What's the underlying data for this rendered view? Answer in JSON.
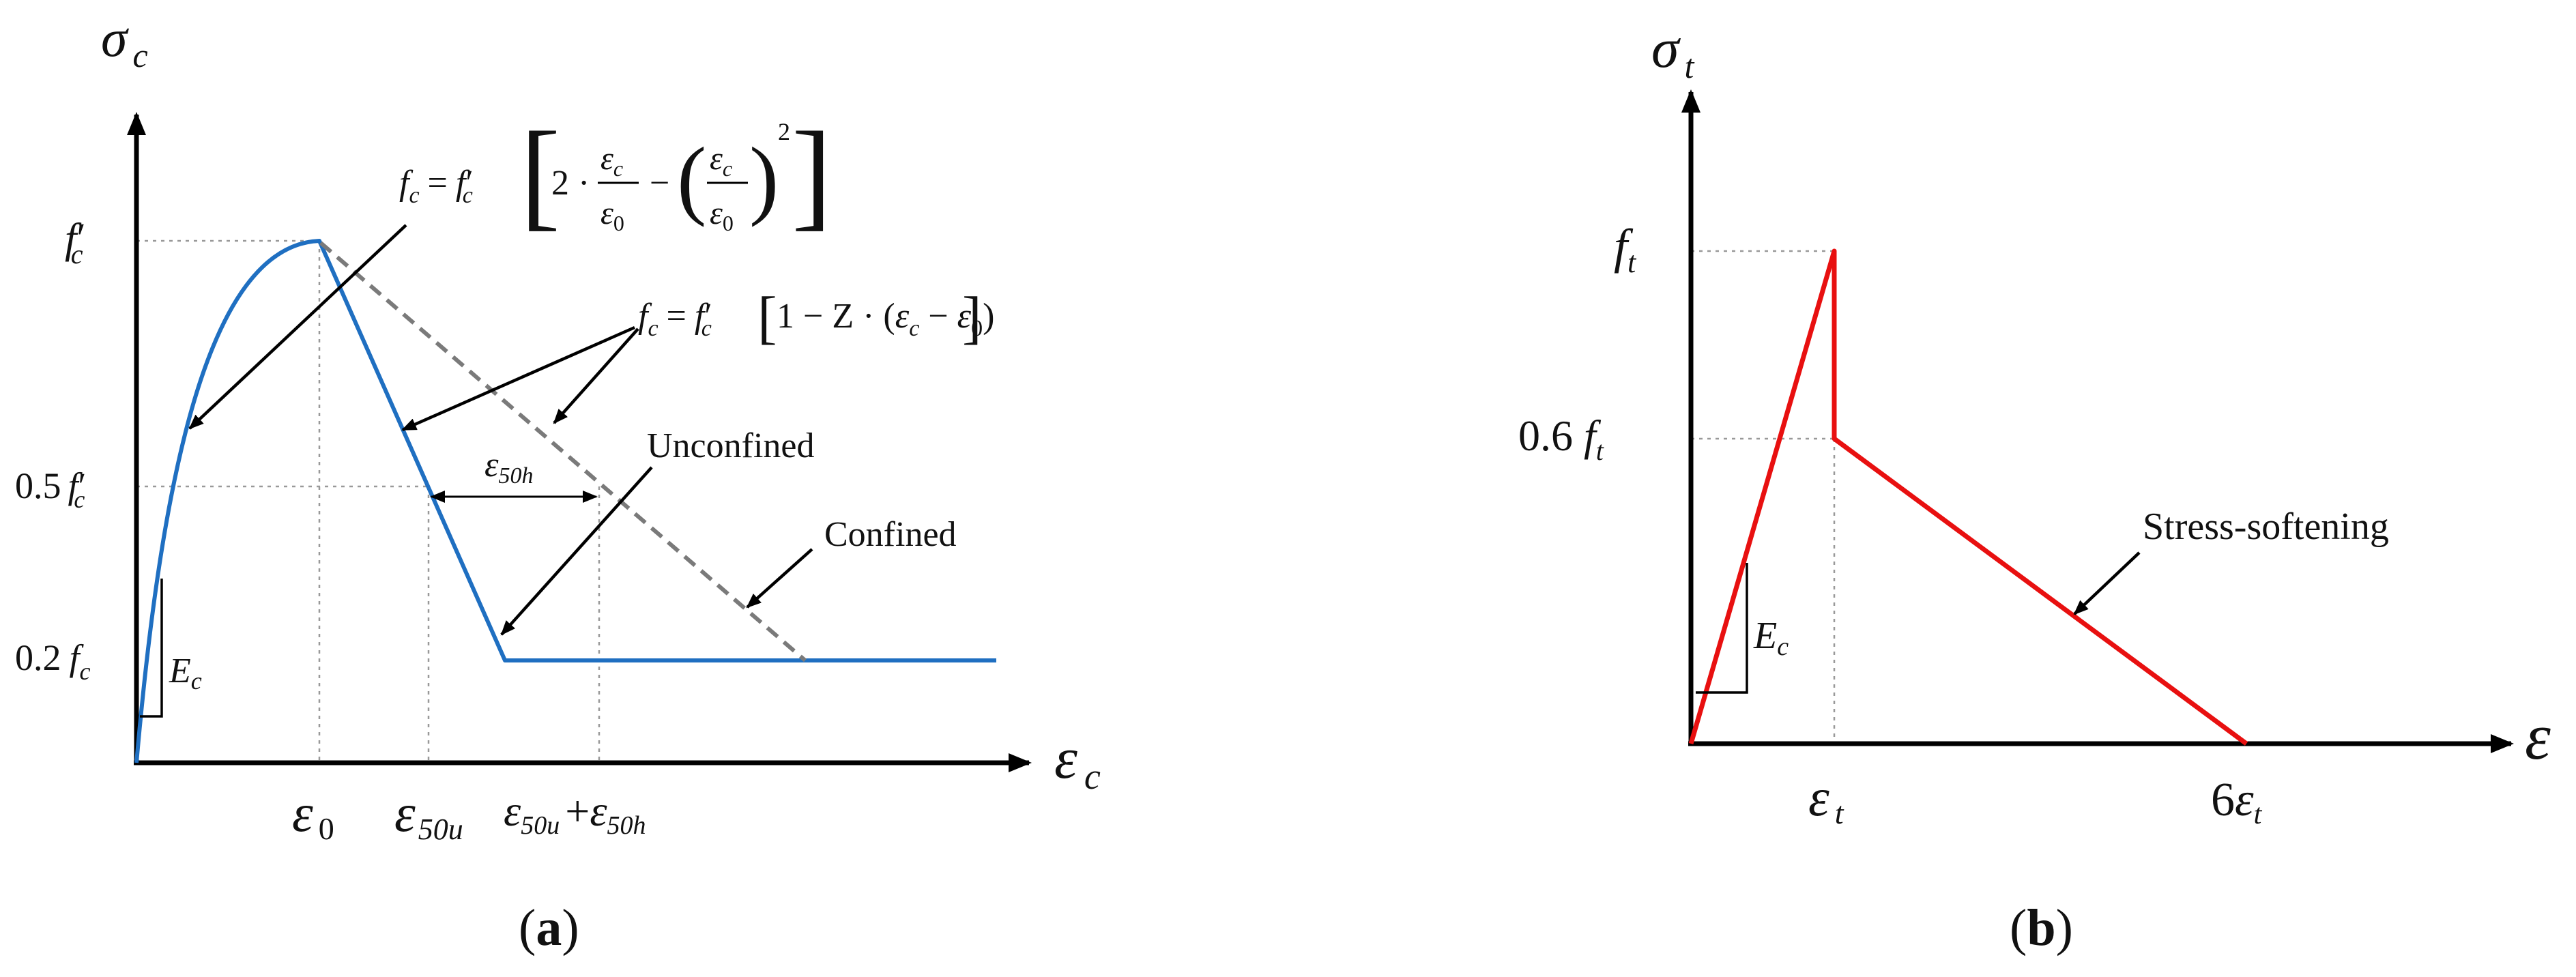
{
  "panel_a": {
    "caption_open": "(",
    "caption_letter": "a",
    "caption_close": ")",
    "y_axis": {
      "symbol": "σ",
      "sub": "c"
    },
    "x_axis": {
      "symbol": "ε",
      "sub": "c"
    },
    "y_ticks": {
      "fc_prime": {
        "main": "f",
        "prime": "′",
        "sub": "c"
      },
      "half": {
        "coef": "0.5",
        "main": "f",
        "prime": "′",
        "sub": "c"
      },
      "fifth": {
        "coef": "0.2",
        "main": "f",
        "sub": "c"
      }
    },
    "x_ticks": {
      "e0": {
        "main": "ε",
        "sub": "0"
      },
      "e50u": {
        "main": "ε",
        "sub": "50u"
      },
      "e50u_plus": {
        "main1": "ε",
        "sub1": "50u",
        "plus": "+",
        "main2": "ε",
        "sub2": "50h"
      }
    },
    "modulus": {
      "main": "E",
      "sub": "c"
    },
    "e50h": {
      "main": "ε",
      "sub": "50h"
    },
    "eq_parabola": {
      "lhs_main": "f",
      "lhs_sub": "c",
      "eq": "=",
      "rhs_main": "f",
      "rhs_prime": "′",
      "rhs_sub": "c",
      "two_dot": "2 ·",
      "minus": "−",
      "num": "ε",
      "num_sub": "c",
      "den": "ε",
      "den_sub": "0",
      "sq": "2",
      "lb": "[",
      "rb": "]",
      "lp": "(",
      "rp": ")"
    },
    "eq_linear": {
      "lhs_main": "f",
      "lhs_sub": "c",
      "eq": "=",
      "rhs_main": "f",
      "rhs_prime": "′",
      "rhs_sub": "c",
      "body_start": "1 − Z · (",
      "e1": "ε",
      "e1_sub": "c",
      "minus": " − ",
      "e2": "ε",
      "e2_sub": "0",
      "body_end": ")",
      "lb": "[",
      "rb": "]"
    },
    "label_unconfined": "Unconfined",
    "label_confined": "Confined",
    "curves": {
      "unconfined_color": "#1f6fc1",
      "confined_color": "#7a7a7a"
    }
  },
  "panel_b": {
    "caption_open": "(",
    "caption_letter": "b",
    "caption_close": ")",
    "y_axis": {
      "symbol": "σ",
      "sub": "t"
    },
    "x_axis": {
      "symbol": "ε"
    },
    "y_ticks": {
      "ft": {
        "main": "f",
        "sub": "t"
      },
      "sixty": {
        "coef": "0.6",
        "main": "f",
        "sub": "t"
      }
    },
    "x_ticks": {
      "et": {
        "main": "ε",
        "sub": "t"
      },
      "six_et": {
        "coef": "6",
        "main": "ε",
        "sub": "t"
      }
    },
    "modulus": {
      "main": "E",
      "sub": "c"
    },
    "label_softening": "Stress-softening",
    "curve_color": "#e81010"
  }
}
